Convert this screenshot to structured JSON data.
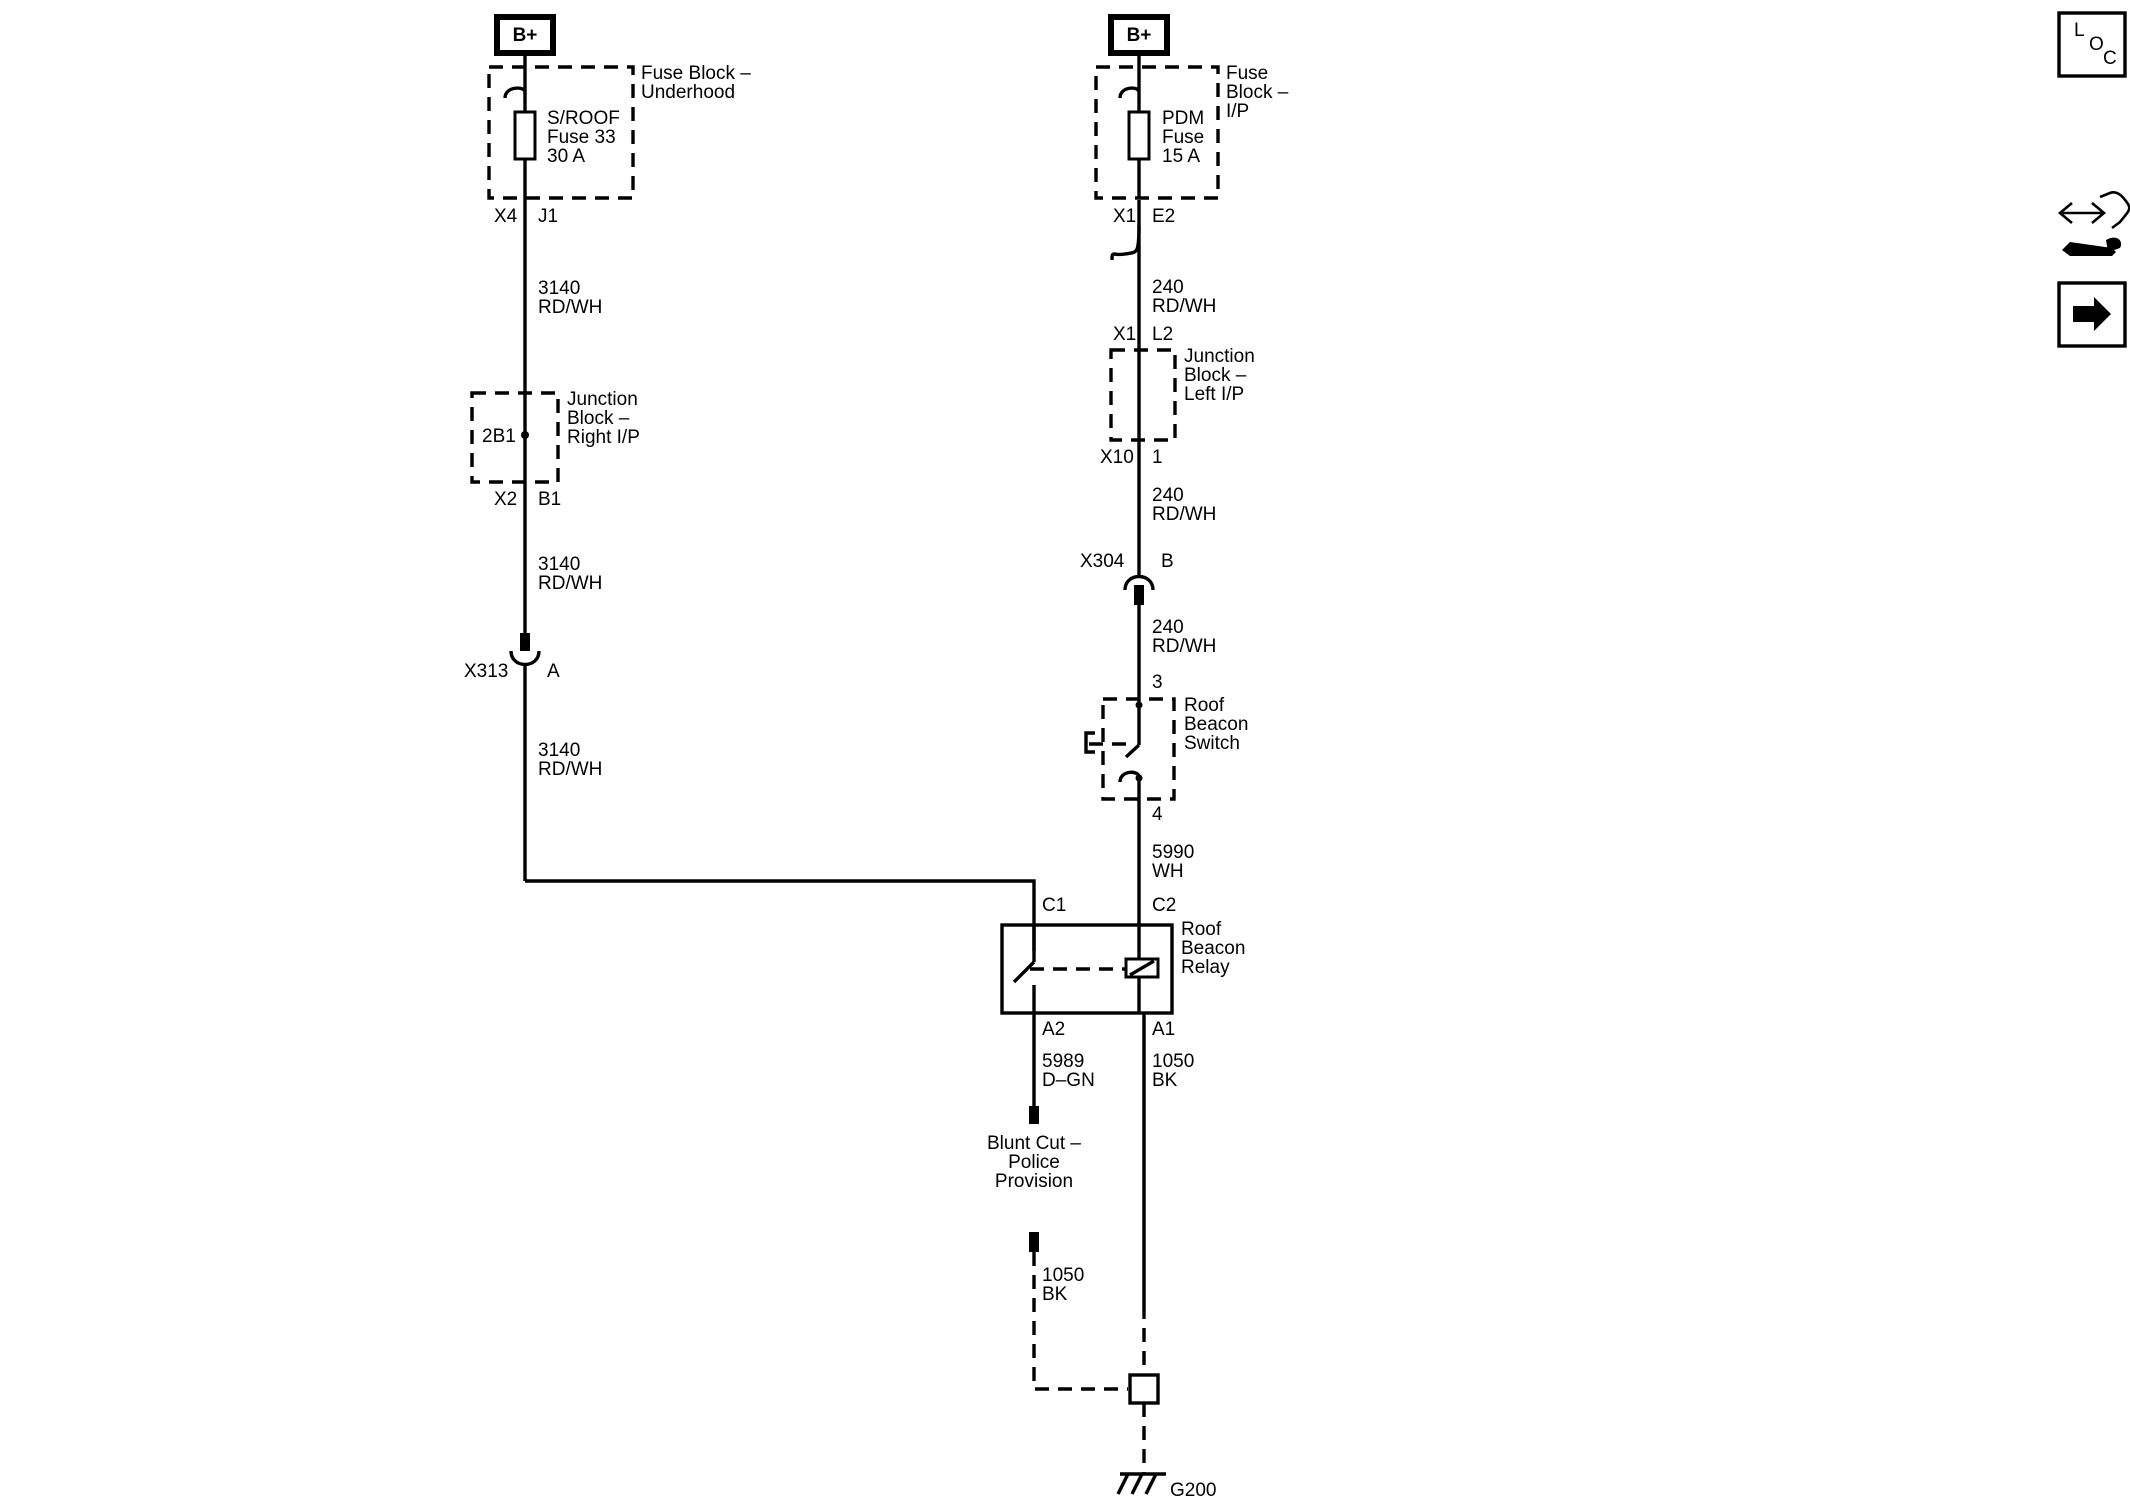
{
  "left_circuit": {
    "power_label": "B+",
    "fuse_block": {
      "name": "Fuse Block –\nUnderhood",
      "fuse": "S/ROOF\nFuse 33\n30 A",
      "connector": "X4",
      "pin": "J1"
    },
    "wire1": "3140\nRD/WH",
    "junction_block": {
      "name": "Junction\nBlock –\nRight I/P",
      "node": "2B1",
      "connector": "X2",
      "pin": "B1"
    },
    "wire2": "3140\nRD/WH",
    "inline_connector": {
      "name": "X313",
      "pin": "A"
    },
    "wire3": "3140\nRD/WH"
  },
  "right_circuit": {
    "power_label": "B+",
    "fuse_block": {
      "name": "Fuse\nBlock –\nI/P",
      "fuse": "PDM\nFuse\n15 A",
      "connector": "X1",
      "pin": "E2"
    },
    "wire1": "240\nRD/WH",
    "junction_block": {
      "name": "Junction\nBlock –\nLeft I/P",
      "top_connector": "X1",
      "top_pin": "L2",
      "bottom_connector": "X10",
      "bottom_pin": "1"
    },
    "wire2": "240\nRD/WH",
    "inline_connector": {
      "name": "X304",
      "pin": "B"
    },
    "wire3": "240\nRD/WH",
    "switch": {
      "name": "Roof\nBeacon\nSwitch",
      "pin_in": "3",
      "pin_out": "4"
    },
    "wire4": "5990\nWH"
  },
  "relay": {
    "name": "Roof\nBeacon\nRelay",
    "pin_c1": "C1",
    "pin_c2": "C2",
    "pin_a2": "A2",
    "pin_a1": "A1",
    "output_wire": "5989\nD–GN",
    "ground_wire": "1050\nBK"
  },
  "blunt_cut": {
    "label": "Blunt Cut –\nPolice\nProvision",
    "wire": "1050\nBK"
  },
  "ground": {
    "name": "G200"
  },
  "sidebar": {
    "loc_letters": [
      "L",
      "O",
      "C"
    ]
  }
}
